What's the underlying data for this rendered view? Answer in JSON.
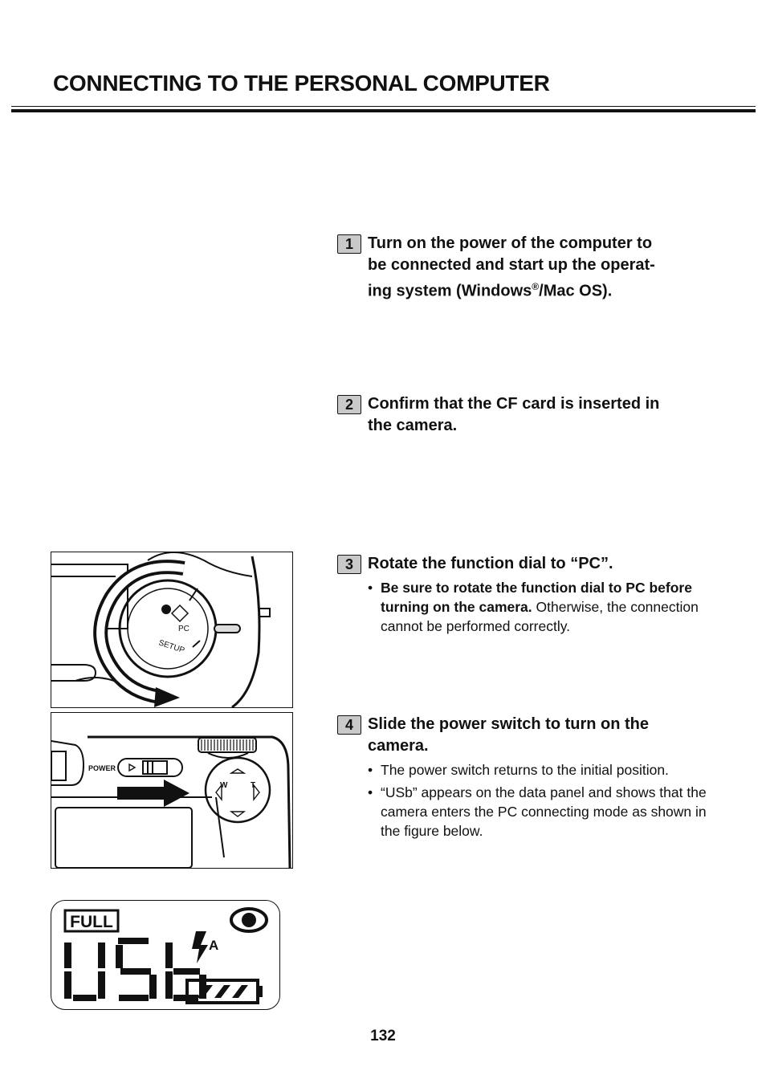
{
  "page": {
    "title": "CONNECTING TO THE PERSONAL COMPUTER",
    "page_number": "132"
  },
  "steps": [
    {
      "number": "1",
      "heading_pre": "Turn on the power of the computer to\nbe connected and start up the operat-\ning system (Windows",
      "heading_sup": "®",
      "heading_post": "/Mac OS)."
    },
    {
      "number": "2",
      "heading": "Confirm that the CF card is inserted in\nthe camera."
    },
    {
      "number": "3",
      "heading": "Rotate the function dial to “PC”.",
      "notes": [
        {
          "bold": "Be sure to rotate the function dial to PC before turning on the camera.",
          "text": " Otherwise, the connection cannot be performed correctly."
        }
      ]
    },
    {
      "number": "4",
      "heading": "Slide the power switch to turn on the\ncamera.",
      "notes": [
        {
          "text": "The power switch returns to the initial position."
        },
        {
          "text": "“USb” appears on the data panel and shows that the camera enters the PC connecting mode as shown in the figure below."
        }
      ]
    }
  ],
  "figures": {
    "dial": {
      "label_pc": "PC",
      "label_setup": "SETUP"
    },
    "power": {
      "label_power": "POWER",
      "label_w": "W",
      "label_t": "T"
    },
    "panel": {
      "label_full": "FULL",
      "label_auto": "A",
      "display_text": "USb"
    }
  }
}
